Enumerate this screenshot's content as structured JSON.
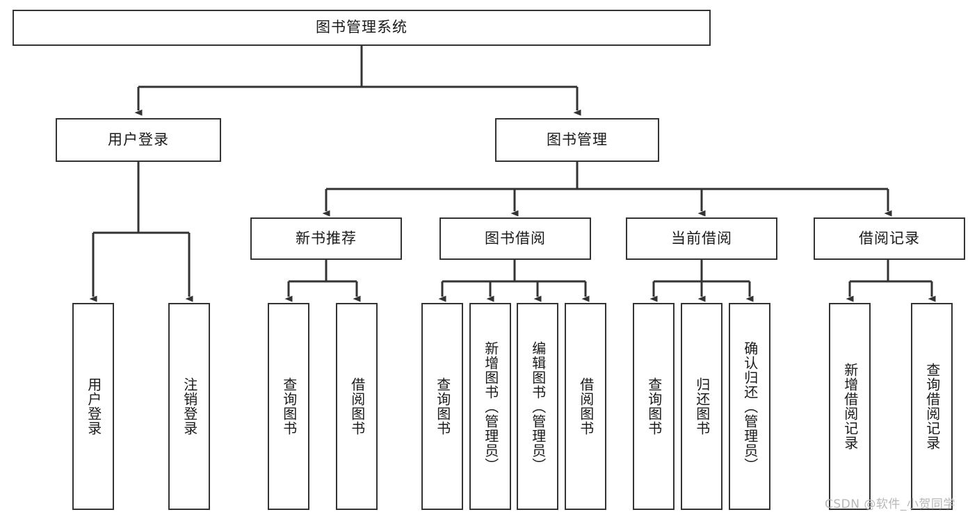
{
  "diagram": {
    "title": "图书管理系统",
    "watermark": "CSDN @软件_小贺同学",
    "accent_color": "#333333",
    "background_color": "#ffffff",
    "box_fill": "#ffffff",
    "root": {
      "label": "图书管理系统"
    },
    "level2": [
      {
        "label": "用户登录"
      },
      {
        "label": "图书管理"
      }
    ],
    "level3": [
      {
        "label": "新书推荐"
      },
      {
        "label": "图书借阅"
      },
      {
        "label": "当前借阅"
      },
      {
        "label": "借阅记录"
      }
    ],
    "leaves": {
      "user_login": [
        {
          "label": "用户登录"
        },
        {
          "label": "注销登录"
        }
      ],
      "new_book_recommend": [
        {
          "label": "查询图书"
        },
        {
          "label": "借阅图书"
        }
      ],
      "book_borrow": [
        {
          "label": "查询图书"
        },
        {
          "label": "新增图书（管理员）"
        },
        {
          "label": "编辑图书（管理员）"
        },
        {
          "label": "借阅图书"
        }
      ],
      "current_borrow": [
        {
          "label": "查询图书"
        },
        {
          "label": "归还图书"
        },
        {
          "label": "确认归还（管理员）"
        }
      ],
      "borrow_record": [
        {
          "label": "新增借阅记录"
        },
        {
          "label": "查询借阅记录"
        }
      ]
    }
  }
}
